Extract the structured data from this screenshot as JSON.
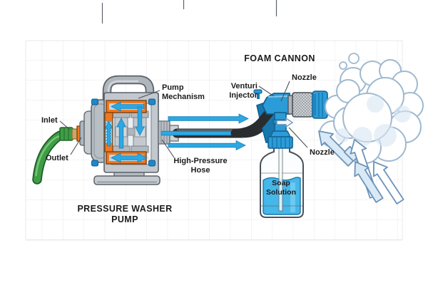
{
  "diagram_title": "Pressure washer pump and foam cannon diagram",
  "labels": {
    "inlet": "Inlet",
    "outlet": "Outlet",
    "pump_mechanism_line1": "Pump",
    "pump_mechanism_line2": "Mechanism",
    "high_pressure_hose_line1": "High-Pressure",
    "high_pressure_hose_line2": "Hose",
    "pressure_washer_pump_line1": "PRESSURE WASHER",
    "pressure_washer_pump_line2": "PUMP",
    "foam_cannon": "FOAM CANNON",
    "nozzle_top": "Nozzle",
    "nozzle_side": "Nozzle",
    "venturi_injector_line1": "Venturi",
    "venturi_injector_line2": "Injector",
    "soap_solution_line1": "Soap",
    "soap_solution_line2": "Solution"
  },
  "colors": {
    "accent_orange": "#F0781E",
    "flow_arrow_blue": "#2FA7E0",
    "hose_green": "#3E9D45",
    "gun_blue": "#2B9CD8",
    "gun_blue_dark": "#1878AE",
    "soap_blue": "#45B7E9",
    "hose_black": "#2A2D30",
    "metal_gray": "#C2C8CD",
    "foam_outline": "#9FB9D0",
    "spray_arrow_fill": "#D9E9F6",
    "grid_line": "#E9E9E9",
    "label_text": "#1C1C1C"
  }
}
